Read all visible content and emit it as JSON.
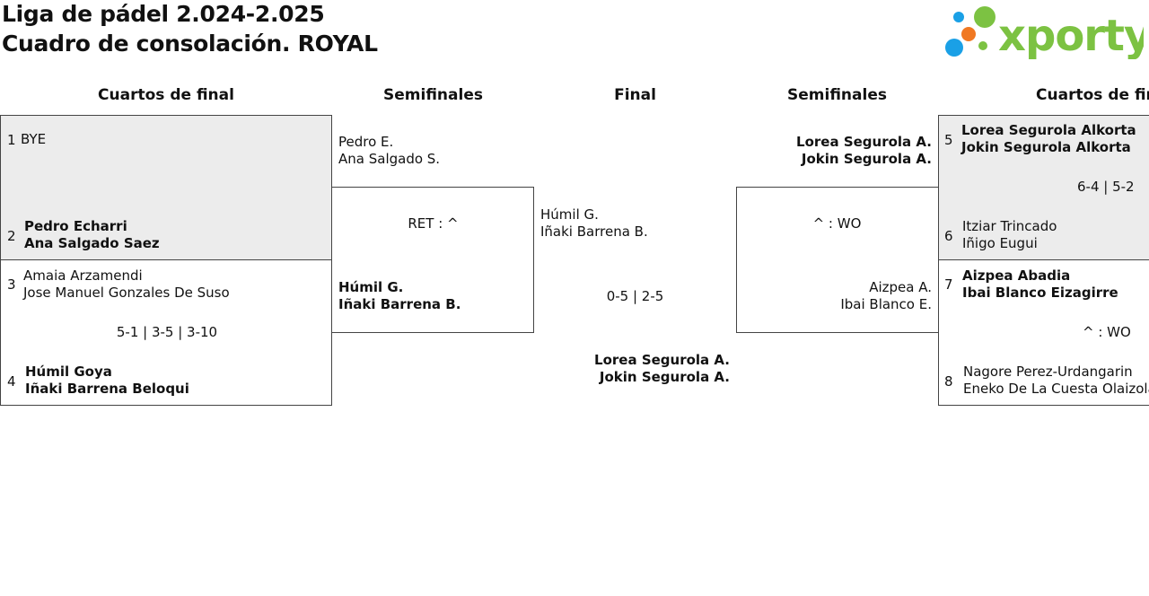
{
  "header": {
    "title_line1": "Liga de pádel 2.024-2.025",
    "title_line2": "Cuadro de consolación. ROYAL",
    "logo_text": "xporty"
  },
  "rounds": {
    "left_qf": "Cuartos de final",
    "left_sf": "Semifinales",
    "final": "Final",
    "right_sf": "Semifinales",
    "right_qf": "Cuartos de final"
  },
  "left_qf": {
    "m1": {
      "seed_a": "1",
      "a1": "BYE",
      "seed_b": "2",
      "b1": "Pedro Echarri",
      "b2": "Ana Salgado Saez"
    },
    "m2": {
      "seed_a": "3",
      "a1": "Amaia Arzamendi",
      "a2": "Jose Manuel Gonzales De Suso",
      "score": "5-1 | 3-5 | 3-10",
      "seed_b": "4",
      "b1": "Húmil Goya",
      "b2": "Iñaki Barrena Beloqui"
    }
  },
  "left_sf": {
    "a1": "Pedro E.",
    "a2": "Ana Salgado S.",
    "score": "RET : ^",
    "b1": "Húmil G.",
    "b2": "Iñaki Barrena B."
  },
  "final": {
    "left1": "Húmil G.",
    "left2": "Iñaki Barrena B.",
    "score": "0-5 | 2-5",
    "winner1": "Lorea Segurola A.",
    "winner2": "Jokin Segurola A."
  },
  "right_sf": {
    "a1": "Lorea Segurola A.",
    "a2": "Jokin Segurola A.",
    "score": "^ : WO",
    "b1": "Aizpea A.",
    "b2": "Ibai Blanco E."
  },
  "right_qf": {
    "m1": {
      "seed_a": "5",
      "a1": "Lorea Segurola Alkorta",
      "a2": "Jokin Segurola Alkorta",
      "score": "6-4 | 5-2",
      "seed_b": "6",
      "b1": "Itziar Trincado",
      "b2": "Iñigo Eugui"
    },
    "m2": {
      "seed_a": "7",
      "a1": "Aizpea Abadia",
      "a2": "Ibai Blanco Eizagirre",
      "score": "^ : WO",
      "seed_b": "8",
      "b1": "Nagore Perez-Urdangarin",
      "b2": "Eneko De La Cuesta Olaizola"
    }
  },
  "colors": {
    "logo_green": "#7cc242",
    "logo_blue": "#1aa0e6",
    "logo_orange": "#f07822",
    "bye_bg": "#ececec"
  }
}
